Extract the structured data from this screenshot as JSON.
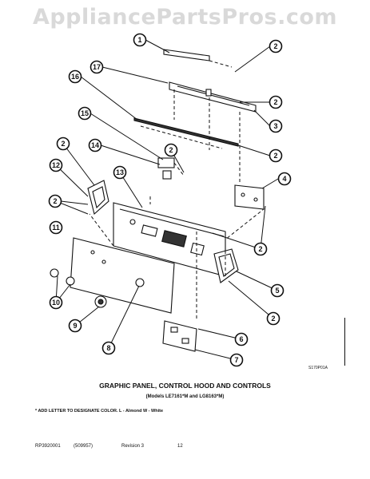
{
  "watermark": "AppliancePartsPros.com",
  "diagram": {
    "title": "GRAPHIC PANEL, CONTROL HOOD AND CONTROLS",
    "subtitle": "(Models LE7161*M and LG8163*M)",
    "footnote": "* ADD LETTER TO DESIGNATE COLOR.  L - Almond  W - White",
    "ref_code": "S170P01A",
    "callouts": [
      {
        "label": "1"
      },
      {
        "label": "2"
      },
      {
        "label": "17"
      },
      {
        "label": "2"
      },
      {
        "label": "16"
      },
      {
        "label": "3"
      },
      {
        "label": "15"
      },
      {
        "label": "2"
      },
      {
        "label": "2"
      },
      {
        "label": "14"
      },
      {
        "label": "12"
      },
      {
        "label": "13"
      },
      {
        "label": "4"
      },
      {
        "label": "2"
      },
      {
        "label": "11"
      },
      {
        "label": "2"
      },
      {
        "label": "5"
      },
      {
        "label": "10"
      },
      {
        "label": "2"
      },
      {
        "label": "9"
      },
      {
        "label": "6"
      },
      {
        "label": "8"
      },
      {
        "label": "7"
      },
      {
        "label": "2"
      }
    ]
  },
  "footer": {
    "doc_number": "RP3920001",
    "date": "(509957)",
    "revision": "Revision 3",
    "page": "12"
  }
}
